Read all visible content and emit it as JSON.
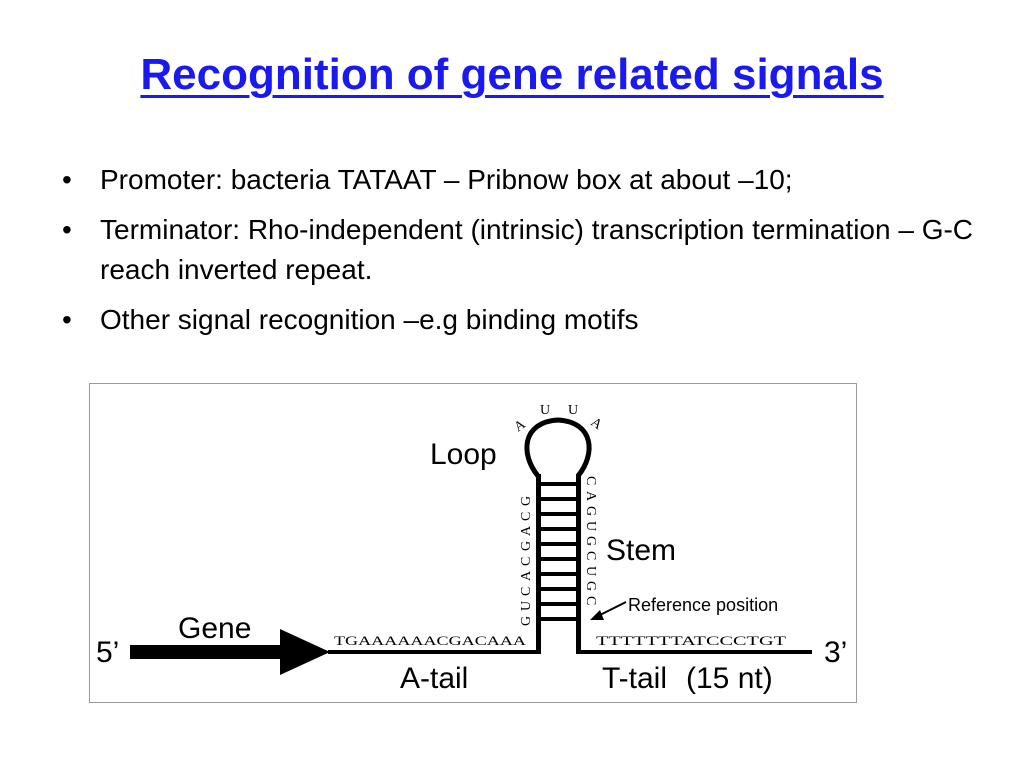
{
  "slide": {
    "title": "Recognition of gene related signals",
    "title_color": "#1a1aee",
    "bullets": [
      {
        "marker": "•",
        "text": "Promoter: bacteria TATAAT – Pribnow box at about –10;"
      },
      {
        "marker": "•",
        "text": "Terminator: Rho-independent (intrinsic) transcription termination – G-C  reach inverted repeat."
      },
      {
        "marker": "•",
        "text": "Other signal recognition –e.g  binding motifs"
      }
    ]
  },
  "figure": {
    "five_prime": "5’",
    "three_prime": "3’",
    "gene_label": "Gene",
    "loop_label": "Loop",
    "stem_label": "Stem",
    "reference_label": "Reference position",
    "a_tail_label": "A-tail",
    "t_tail_label": "T-tail",
    "length_label": "(15 nt)",
    "a_tail_seq": "TGAAAAAACGACAAA",
    "t_tail_seq": "TTTTTTTATCCCTGT",
    "left_stem": [
      "G",
      "U",
      "C",
      "A",
      "C",
      "G",
      "A",
      "C",
      "G"
    ],
    "right_stem": [
      "C",
      "A",
      "G",
      "U",
      "G",
      "C",
      "U",
      "G",
      "C"
    ],
    "loop_letters": [
      "A",
      "U",
      "U",
      "A"
    ]
  }
}
